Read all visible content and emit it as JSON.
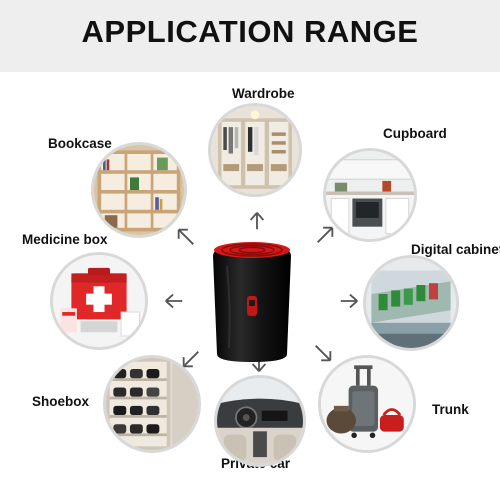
{
  "header": {
    "title": "APPLICATION RANGE"
  },
  "items": [
    {
      "id": "wardrobe",
      "label": "Wardrobe"
    },
    {
      "id": "cupboard",
      "label": "Cupboard"
    },
    {
      "id": "bookcase",
      "label": "Bookcase"
    },
    {
      "id": "medicine_box",
      "label": "Medicine box"
    },
    {
      "id": "digital_cabinet",
      "label": "Digital cabinet"
    },
    {
      "id": "shoebox",
      "label": "Shoebox"
    },
    {
      "id": "trunk",
      "label": "Trunk"
    },
    {
      "id": "private_car",
      "label": "Private car"
    }
  ],
  "colors": {
    "banner": "#eeeeee",
    "device_body": "#151515",
    "device_accent": "#d61818"
  }
}
